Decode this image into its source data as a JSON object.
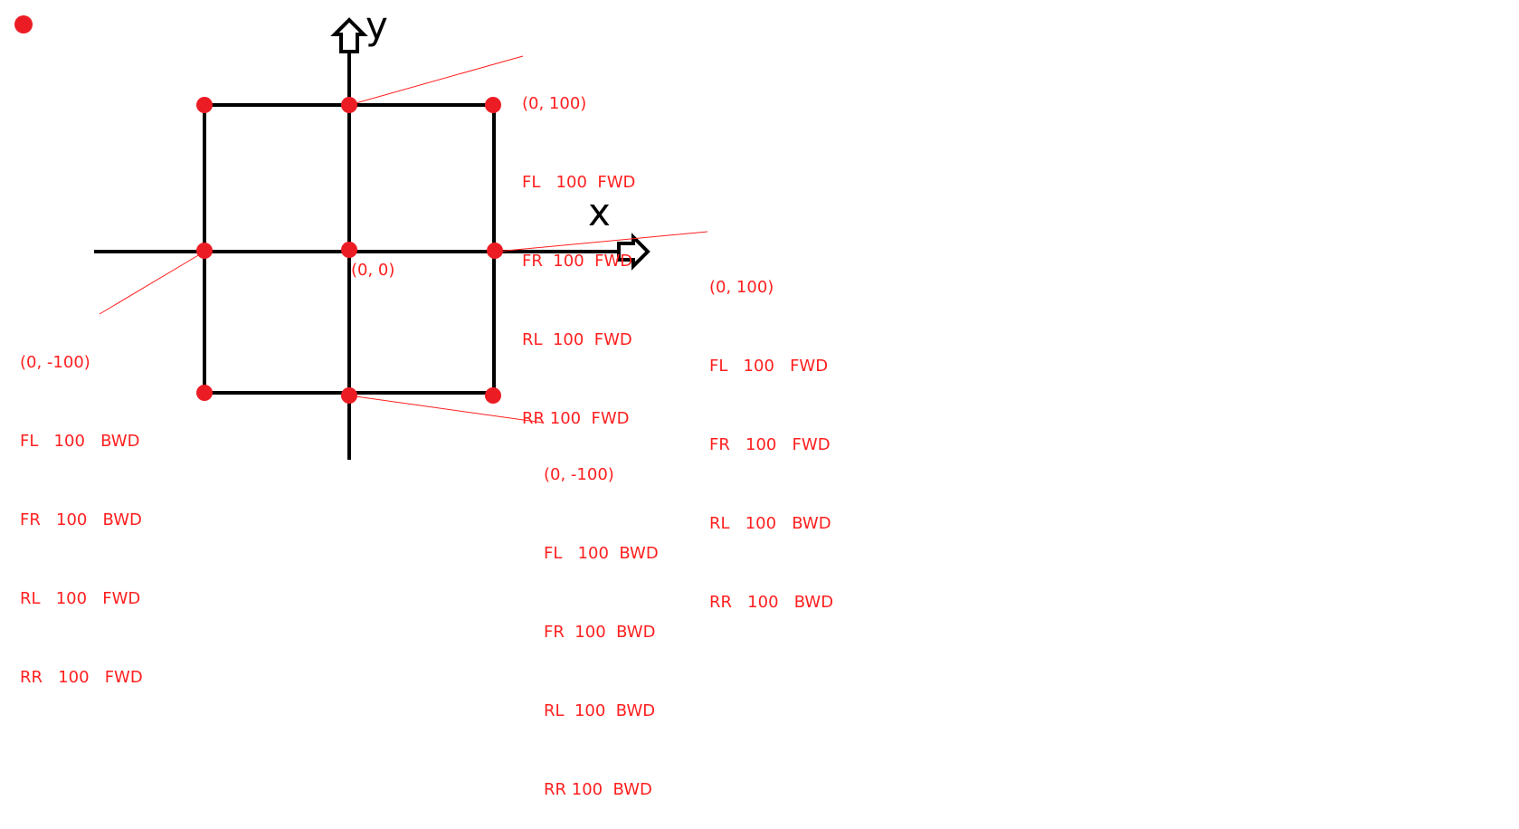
{
  "diagram": {
    "colors": {
      "annotation": "#ff1f1f",
      "grid": "#000000",
      "point": "#ec1c24"
    },
    "axis_labels": {
      "x": "x",
      "y": "y"
    },
    "origin_label": "(0, 0)",
    "annotations": {
      "top": {
        "coord": "(0, 100)",
        "rows": [
          "FL   100  FWD",
          "FR  100  FWD",
          "RL  100  FWD",
          "RR 100  FWD"
        ]
      },
      "right": {
        "coord": "(0, 100)",
        "rows": [
          "FL   100   FWD",
          "FR   100   FWD",
          "RL   100   BWD",
          "RR   100   BWD"
        ]
      },
      "left": {
        "coord": "(0, -100)",
        "rows": [
          "FL   100   BWD",
          "FR   100   BWD",
          "RL   100   FWD",
          "RR   100   FWD"
        ]
      },
      "bottom": {
        "coord": "(0, -100)",
        "rows": [
          "FL   100  BWD",
          "FR  100  BWD",
          "RL  100  BWD",
          "RR 100  BWD"
        ]
      }
    }
  }
}
